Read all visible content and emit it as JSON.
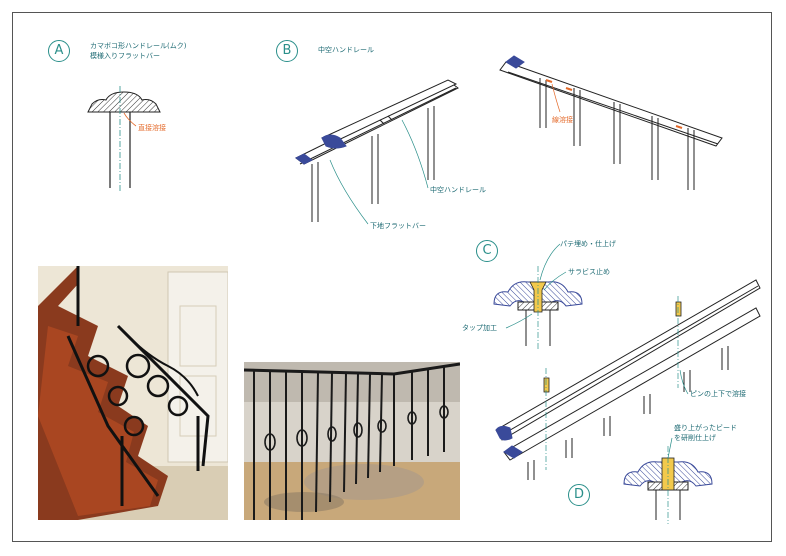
{
  "sections": {
    "a": {
      "letter": "A",
      "title_line1": "カマボコ形ハンドレール(ムク)",
      "title_line2": "模様入りフラットバー",
      "note_weld": "直接溶接"
    },
    "b": {
      "letter": "B",
      "title": "中空ハンドレール",
      "note_hollow": "中空ハンドレール",
      "note_flatbar": "下地フラットバー",
      "note_line_weld": "線溶接"
    },
    "c": {
      "letter": "C",
      "note_putty": "パテ埋め・仕上げ",
      "note_screw": "サラビス止め",
      "note_tap": "タップ加工"
    },
    "d": {
      "letter": "D",
      "note_pin_weld": "ピンの上下で溶接",
      "note_bead_line1": "盛り上がったビード",
      "note_bead_line2": "を研削仕上げ"
    }
  },
  "colors": {
    "teal": "#2a8f8a",
    "orange": "#e46a2a",
    "navy": "#3a4a9a",
    "yellow": "#f2c94c"
  }
}
